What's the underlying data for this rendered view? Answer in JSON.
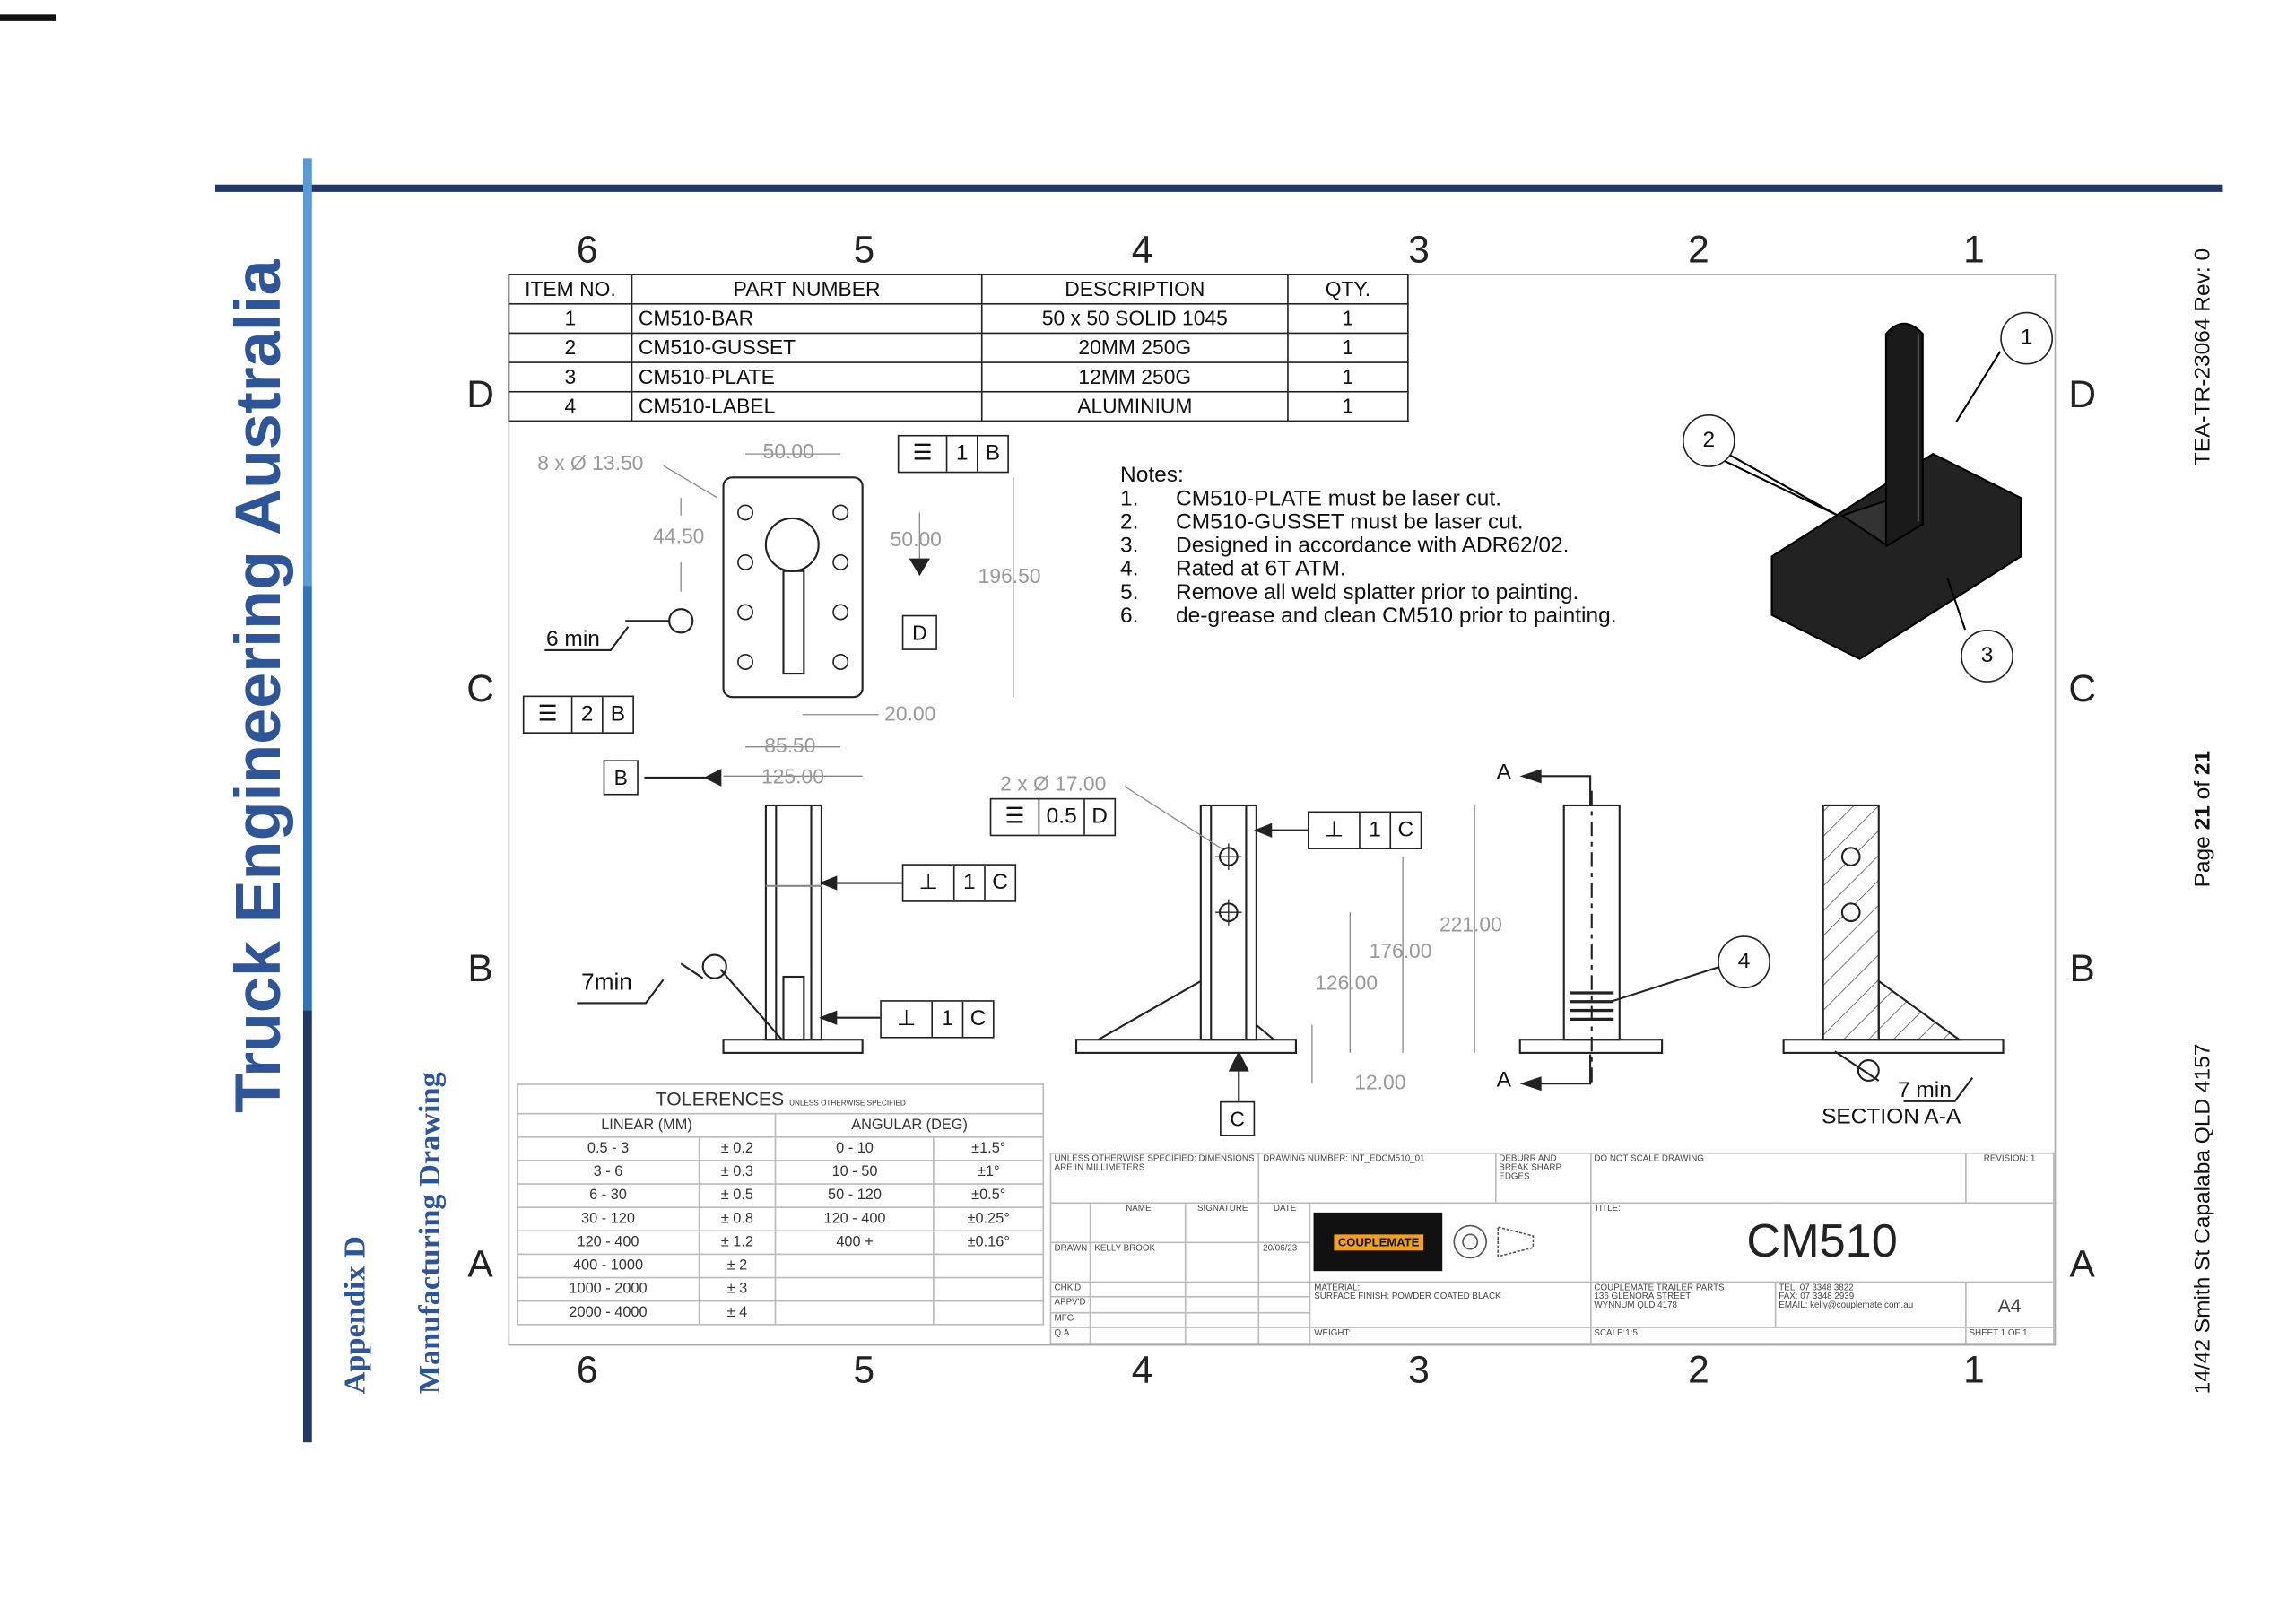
{
  "header": {
    "company": "Truck Engineering Australia",
    "appendix": "Appendix D",
    "section": "Manufacturing Drawing",
    "doc_ref": "TEA-TR-23064 Rev: 0",
    "page_prefix": "Page ",
    "page_num": "21",
    "page_mid": " of ",
    "page_total": "21",
    "address": "14/42 Smith St Capalaba QLD 4157"
  },
  "zones": {
    "cols": [
      "6",
      "5",
      "4",
      "3",
      "2",
      "1"
    ],
    "rows": [
      "D",
      "C",
      "B",
      "A"
    ]
  },
  "bom": {
    "headers": [
      "ITEM NO.",
      "PART NUMBER",
      "DESCRIPTION",
      "QTY."
    ],
    "rows": [
      [
        "1",
        "CM510-BAR",
        "50 x 50 SOLID 1045",
        "1"
      ],
      [
        "2",
        "CM510-GUSSET",
        "20MM 250G",
        "1"
      ],
      [
        "3",
        "CM510-PLATE",
        "12MM 250G",
        "1"
      ],
      [
        "4",
        "CM510-LABEL",
        "ALUMINIUM",
        "1"
      ]
    ]
  },
  "notes": {
    "title": "Notes:",
    "items": [
      [
        "1.",
        "CM510-PLATE must be laser cut."
      ],
      [
        "2.",
        "CM510-GUSSET must be laser cut."
      ],
      [
        "3.",
        "Designed in accordance with ADR62/02."
      ],
      [
        "4.",
        "Rated at 6T ATM."
      ],
      [
        "5.",
        "Remove all weld splatter prior to painting."
      ],
      [
        "6.",
        "de-grease and clean CM510 prior to painting."
      ]
    ]
  },
  "dims": {
    "holes": "8 x Ø 13.50",
    "w50": "50.00",
    "h44": "44.50",
    "h50": "50.00",
    "h196": "196.50",
    "weld6": "6 min",
    "d20": "20.00",
    "d85": "85.50",
    "d125": "125.00",
    "holes2": "2 x Ø 17.00",
    "d221": "221.00",
    "d176": "176.00",
    "d126": "126.00",
    "d12": "12.00",
    "weld7": "7min",
    "weld7b": "7 min",
    "section": "SECTION A-A",
    "secA": "A",
    "datB": "B",
    "datC": "C",
    "datD": "D",
    "f1": [
      "1",
      "B"
    ],
    "f2": [
      "2",
      "B"
    ],
    "f3": [
      "1",
      "C"
    ],
    "f4": [
      "1",
      "C"
    ],
    "f5": [
      "0.5",
      "D"
    ],
    "f6": [
      "1",
      "C"
    ],
    "balloons": [
      "1",
      "2",
      "3",
      "4"
    ]
  },
  "tolerances": {
    "title": "TOLERENCES",
    "subtitle": "UNLESS OTHERWISE SPECIFIED",
    "linear_h": "LINEAR (MM)",
    "angular_h": "ANGULAR (DEG)",
    "linear": [
      [
        "0.5 - 3",
        "± 0.2"
      ],
      [
        "3 - 6",
        "± 0.3"
      ],
      [
        "6 - 30",
        "± 0.5"
      ],
      [
        "30 - 120",
        "± 0.8"
      ],
      [
        "120 - 400",
        "± 1.2"
      ],
      [
        "400 - 1000",
        "± 2"
      ],
      [
        "1000 - 2000",
        "± 3"
      ],
      [
        "2000 - 4000",
        "± 4"
      ]
    ],
    "angular": [
      [
        "0 - 10",
        "±1.5°"
      ],
      [
        "10 - 50",
        "±1°"
      ],
      [
        "50 - 120",
        "±0.5°"
      ],
      [
        "120 - 400",
        "±0.25°"
      ],
      [
        "400 +",
        "±0.16°"
      ]
    ]
  },
  "titleblock": {
    "units": "UNLESS OTHERWISE SPECIFIED: DIMENSIONS ARE IN MILLIMETERS",
    "drawing_no": "DRAWING NUMBER: INT_EDCM510_01",
    "deburr": "DEBURR AND BREAK SHARP EDGES",
    "noscale": "DO NOT SCALE DRAWING",
    "revision": "REVISION: 1",
    "name_h": "NAME",
    "sig_h": "SIGNATURE",
    "date_h": "DATE",
    "drawn": "DRAWN",
    "drawn_name": "KELLY BROOK",
    "drawn_date": "20/06/23",
    "chkd": "CHK'D",
    "appvd": "APPV'D",
    "mfg": "MFG",
    "qa": "Q.A",
    "logo": "COUPLEMATE",
    "title_label": "TITLE:",
    "title": "CM510",
    "material": "MATERIAL:",
    "finish": "SURFACE FINISH: POWDER COATED BLACK",
    "weight": "WEIGHT:",
    "company": "COUPLEMATE TRAILER PARTS",
    "street": "136 GLENORA STREET",
    "city": "WYNNUM QLD 4178",
    "tel": "TEL: 07 3348 3822",
    "fax": "FAX: 07 3348 2939",
    "email": "EMAIL: kelly@couplemate.com.au",
    "size": "A4",
    "scale": "SCALE:1:5",
    "sheet": "SHEET 1 OF 1"
  },
  "colors": {
    "brand": "#2e5597",
    "navy": "#1f3864",
    "light": "#5b9bd5"
  }
}
